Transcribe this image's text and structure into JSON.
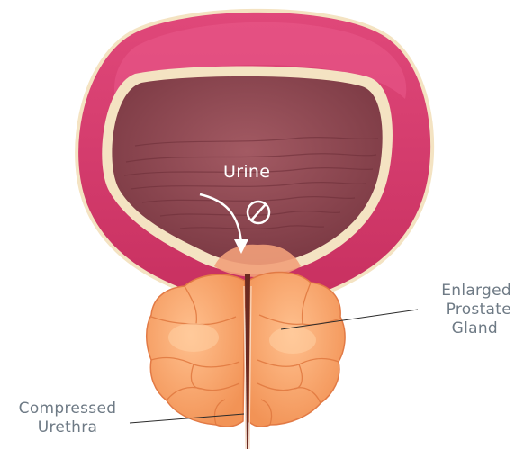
{
  "labels": {
    "urine": "Urine",
    "enlarged_prostate": [
      "Enlarged",
      "Prostate",
      "Gland"
    ],
    "compressed_urethra": [
      "Compressed",
      "Urethra"
    ]
  },
  "symbols": {
    "blocked": "blocked-flow-icon"
  },
  "colors": {
    "bladder_wall": "#d6386a",
    "bladder_rim": "#f4e3c2",
    "bladder_lumen": "#8d4650",
    "prostate": "#f6a56e",
    "prostate_shadow": "#e47e48",
    "urethra": "#6b2a20",
    "label_text": "#6e7a85",
    "leader_line": "#2b2b2b"
  }
}
